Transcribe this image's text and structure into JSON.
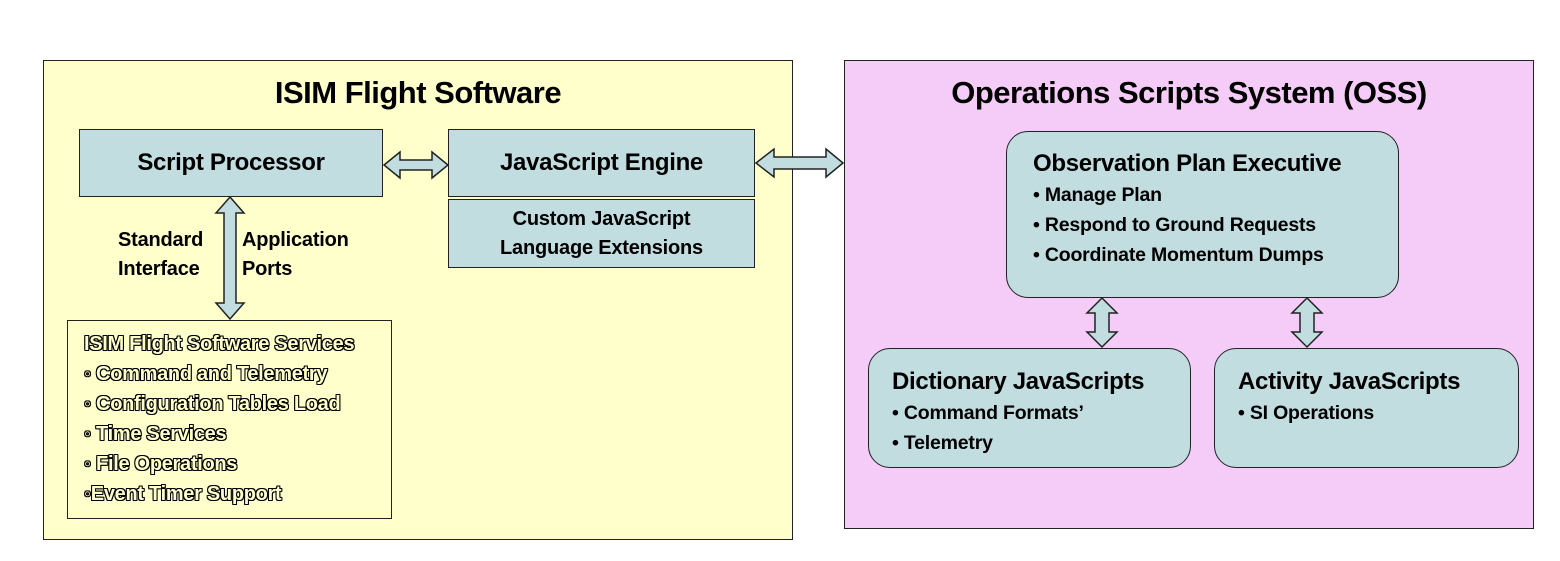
{
  "isim": {
    "title": "ISIM Flight Software",
    "script_processor": "Script Processor",
    "js_engine": "JavaScript Engine",
    "custom_ext": "Custom JavaScript Language Extensions",
    "interface_labels": {
      "standard": "Standard Interface",
      "application": "Application Ports"
    },
    "services": {
      "title": "ISIM Flight Software Services",
      "items": [
        "◦ Command and Telemetry",
        "◦ Configuration Tables Load",
        "◦ Time Services",
        "◦ File Operations",
        "◦Event Timer Support"
      ]
    }
  },
  "oss": {
    "title": "Operations Scripts System (OSS)",
    "executive": {
      "title": "Observation Plan Executive",
      "items": [
        "• Manage Plan",
        "• Respond  to Ground Requests",
        "• Coordinate Momentum Dumps"
      ]
    },
    "dictionary": {
      "title": "Dictionary JavaScripts",
      "items": [
        "• Command Formats’",
        "• Telemetry"
      ]
    },
    "activity": {
      "title": "Activity JavaScripts",
      "items": [
        "• SI Operations"
      ]
    }
  },
  "colors": {
    "isim_bg": "#ffffcc",
    "oss_bg": "#f5ccf7",
    "box_fill": "#c2dde0",
    "border": "#222222"
  }
}
